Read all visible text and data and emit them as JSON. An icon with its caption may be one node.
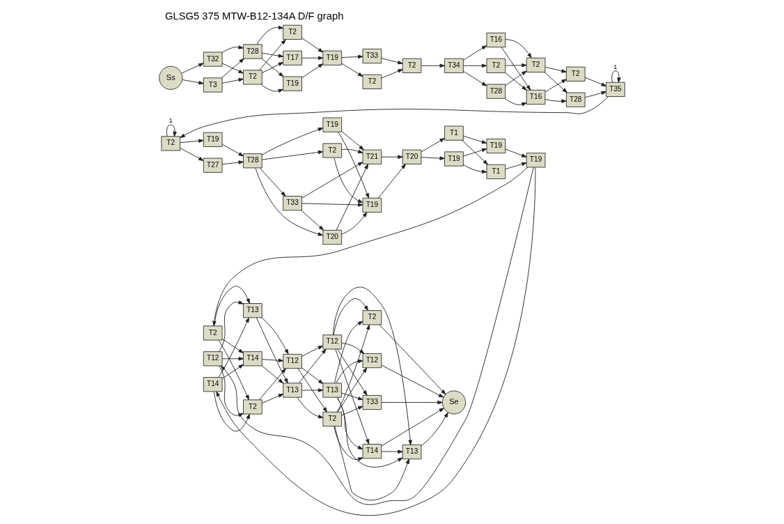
{
  "diagram": {
    "title": "GLSG5 375 MTW-B12-134A D/F graph",
    "nodes": [
      {
        "text": [
          "Ss"
        ]
      },
      {
        "text": [
          "T3"
        ]
      },
      {
        "text": [
          "T32"
        ]
      },
      {
        "text": [
          "T2"
        ]
      },
      {
        "text": [
          "T28"
        ]
      },
      {
        "text": [
          "T2"
        ]
      },
      {
        "text": [
          "T17"
        ]
      },
      {
        "text": [
          "T19"
        ]
      },
      {
        "text": [
          "T19"
        ]
      },
      {
        "text": [
          "T2"
        ]
      },
      {
        "text": [
          "T33"
        ]
      },
      {
        "text": [
          "T2"
        ]
      },
      {
        "text": [
          "T34"
        ]
      },
      {
        "text": [
          "T2"
        ]
      },
      {
        "text": [
          "T16"
        ]
      },
      {
        "text": [
          "T28"
        ]
      },
      {
        "text": [
          "T2"
        ]
      },
      {
        "text": [
          "T16"
        ]
      },
      {
        "text": [
          "T2"
        ]
      },
      {
        "text": [
          "T28"
        ]
      },
      {
        "text": [
          "T35"
        ]
      },
      {
        "text": [
          "T2"
        ]
      },
      {
        "text": [
          "T19"
        ]
      },
      {
        "text": [
          "T27"
        ]
      },
      {
        "text": [
          "T28"
        ]
      },
      {
        "text": [
          "T2"
        ]
      },
      {
        "text": [
          "T19"
        ]
      },
      {
        "text": [
          "T20"
        ]
      },
      {
        "text": [
          "T33"
        ]
      },
      {
        "text": [
          "T19"
        ]
      },
      {
        "text": [
          "T21"
        ]
      },
      {
        "text": [
          "T20"
        ]
      },
      {
        "text": [
          "T1"
        ]
      },
      {
        "text": [
          "T19"
        ]
      },
      {
        "text": [
          "T1"
        ]
      },
      {
        "text": [
          "T19"
        ]
      },
      {
        "text": [
          "T19"
        ]
      },
      {
        "text": [
          "T2"
        ]
      },
      {
        "text": [
          "T12"
        ]
      },
      {
        "text": [
          "T14"
        ]
      },
      {
        "text": [
          "T2"
        ]
      },
      {
        "text": [
          "T13"
        ]
      },
      {
        "text": [
          "T14"
        ]
      },
      {
        "text": [
          "T12"
        ]
      },
      {
        "text": [
          "T13"
        ]
      },
      {
        "text": [
          "T2"
        ]
      },
      {
        "text": [
          "T12"
        ]
      },
      {
        "text": [
          "T13"
        ]
      },
      {
        "text": [
          "T2"
        ]
      },
      {
        "text": [
          "T12"
        ]
      },
      {
        "text": [
          "T13"
        ]
      },
      {
        "text": [
          "T14"
        ]
      },
      {
        "text": [
          "T33"
        ]
      },
      {
        "text": [
          "Se"
        ]
      }
    ],
    "edges": [
      {
        "from": 0,
        "to": 1,
        "arrow": "to"
      },
      {
        "from": 0,
        "to": 2,
        "arrow": "to"
      },
      {
        "from": 1,
        "to": 3,
        "arrow": "to"
      },
      {
        "from": 1,
        "to": 4,
        "arrow": "to"
      },
      {
        "from": 2,
        "to": 3,
        "arrow": "to"
      },
      {
        "from": 2,
        "to": 4,
        "arrow": "to"
      },
      {
        "from": 3,
        "to": 5,
        "arrow": "to"
      },
      {
        "from": 3,
        "to": 6,
        "arrow": "to"
      },
      {
        "from": 3,
        "to": 7,
        "arrow": "to"
      },
      {
        "from": 4,
        "to": 5,
        "arrow": "to"
      },
      {
        "from": 4,
        "to": 6,
        "arrow": "to"
      },
      {
        "from": 4,
        "to": 7,
        "arrow": "to"
      },
      {
        "from": 5,
        "to": 8,
        "arrow": "to"
      },
      {
        "from": 6,
        "to": 8,
        "arrow": "to"
      },
      {
        "from": 7,
        "to": 8,
        "arrow": "to"
      },
      {
        "from": 8,
        "to": 9,
        "arrow": "to"
      },
      {
        "from": 8,
        "to": 10,
        "arrow": "to"
      },
      {
        "from": 9,
        "to": 11,
        "arrow": "to"
      },
      {
        "from": 10,
        "to": 11,
        "arrow": "to"
      },
      {
        "from": 11,
        "to": 12,
        "arrow": "to"
      },
      {
        "from": 12,
        "to": 13,
        "arrow": "to"
      },
      {
        "from": 12,
        "to": 14,
        "arrow": "to"
      },
      {
        "from": 12,
        "to": 15,
        "arrow": "to"
      },
      {
        "from": 13,
        "to": 16,
        "arrow": "to"
      },
      {
        "from": 13,
        "to": 17,
        "arrow": "to"
      },
      {
        "from": 14,
        "to": 16,
        "arrow": "to"
      },
      {
        "from": 14,
        "to": 17,
        "arrow": "to"
      },
      {
        "from": 15,
        "to": 16,
        "arrow": "to"
      },
      {
        "from": 15,
        "to": 17,
        "arrow": "to"
      },
      {
        "from": 16,
        "to": 18,
        "arrow": "to"
      },
      {
        "from": 16,
        "to": 19,
        "arrow": "to"
      },
      {
        "from": 17,
        "to": 18,
        "arrow": "to"
      },
      {
        "from": 17,
        "to": 19,
        "arrow": "to"
      },
      {
        "from": 18,
        "to": 20,
        "arrow": "to"
      },
      {
        "from": 19,
        "to": 20,
        "arrow": "to"
      },
      {
        "from": 20,
        "to": 20,
        "label": "1",
        "arrow": "to"
      },
      {
        "from": 20,
        "to": 21,
        "arrow": "to"
      },
      {
        "from": 21,
        "to": 21,
        "label": "1",
        "arrow": "to"
      },
      {
        "from": 21,
        "to": 22,
        "arrow": "to"
      },
      {
        "from": 21,
        "to": 23,
        "arrow": "to"
      },
      {
        "from": 22,
        "to": 24,
        "arrow": "to"
      },
      {
        "from": 23,
        "to": 24,
        "arrow": "to"
      },
      {
        "from": 24,
        "to": 25,
        "arrow": "to"
      },
      {
        "from": 24,
        "to": 26,
        "arrow": "to"
      },
      {
        "from": 24,
        "to": 27,
        "arrow": "to"
      },
      {
        "from": 24,
        "to": 28,
        "arrow": "to"
      },
      {
        "from": 28,
        "to": 27,
        "arrow": "to"
      },
      {
        "from": 25,
        "to": 29,
        "arrow": "to"
      },
      {
        "from": 25,
        "to": 30,
        "arrow": "to"
      },
      {
        "from": 26,
        "to": 29,
        "arrow": "to"
      },
      {
        "from": 26,
        "to": 30,
        "arrow": "to"
      },
      {
        "from": 27,
        "to": 29,
        "arrow": "to"
      },
      {
        "from": 27,
        "to": 30,
        "arrow": "to"
      },
      {
        "from": 28,
        "to": 29,
        "arrow": "to"
      },
      {
        "from": 28,
        "to": 30,
        "arrow": "to"
      },
      {
        "from": 29,
        "to": 31,
        "arrow": "to"
      },
      {
        "from": 30,
        "to": 31,
        "arrow": "to"
      },
      {
        "from": 31,
        "to": 32,
        "arrow": "to"
      },
      {
        "from": 31,
        "to": 33,
        "arrow": "to"
      },
      {
        "from": 32,
        "to": 34,
        "arrow": "to"
      },
      {
        "from": 32,
        "to": 35,
        "arrow": "to"
      },
      {
        "from": 33,
        "to": 34,
        "arrow": "to"
      },
      {
        "from": 33,
        "to": 35,
        "arrow": "to"
      },
      {
        "from": 34,
        "to": 36,
        "arrow": "to"
      },
      {
        "from": 35,
        "to": 36,
        "arrow": "to"
      },
      {
        "from": 36,
        "to": 37,
        "arrow": "to"
      },
      {
        "from": 36,
        "to": 38,
        "arrow": "to"
      },
      {
        "from": 36,
        "to": 39,
        "arrow": "to"
      },
      {
        "from": 37,
        "to": 40,
        "arrow": "to"
      },
      {
        "from": 37,
        "to": 41,
        "arrow": "to"
      },
      {
        "from": 37,
        "to": 42,
        "arrow": "to"
      },
      {
        "from": 38,
        "to": 40,
        "arrow": "to"
      },
      {
        "from": 38,
        "to": 41,
        "arrow": "to"
      },
      {
        "from": 38,
        "to": 42,
        "arrow": "to"
      },
      {
        "from": 39,
        "to": 40,
        "arrow": "to"
      },
      {
        "from": 39,
        "to": 41,
        "arrow": "to"
      },
      {
        "from": 39,
        "to": 42,
        "arrow": "to"
      },
      {
        "from": 40,
        "to": 43,
        "arrow": "to"
      },
      {
        "from": 40,
        "to": 44,
        "arrow": "to"
      },
      {
        "from": 41,
        "to": 43,
        "arrow": "to"
      },
      {
        "from": 41,
        "to": 44,
        "arrow": "to"
      },
      {
        "from": 42,
        "to": 43,
        "arrow": "to"
      },
      {
        "from": 42,
        "to": 44,
        "arrow": "to"
      },
      {
        "from": 43,
        "to": 45,
        "arrow": "to"
      },
      {
        "from": 43,
        "to": 46,
        "arrow": "to"
      },
      {
        "from": 43,
        "to": 47,
        "arrow": "to"
      },
      {
        "from": 44,
        "to": 45,
        "arrow": "to"
      },
      {
        "from": 44,
        "to": 46,
        "arrow": "to"
      },
      {
        "from": 44,
        "to": 47,
        "arrow": "to"
      },
      {
        "from": 45,
        "to": 48,
        "arrow": "to"
      },
      {
        "from": 45,
        "to": 49,
        "arrow": "to"
      },
      {
        "from": 45,
        "to": 50,
        "arrow": "to"
      },
      {
        "from": 45,
        "to": 51,
        "arrow": "to"
      },
      {
        "from": 45,
        "to": 52,
        "arrow": "to"
      },
      {
        "from": 46,
        "to": 48,
        "arrow": "to"
      },
      {
        "from": 46,
        "to": 49,
        "arrow": "to"
      },
      {
        "from": 46,
        "to": 50,
        "arrow": "to"
      },
      {
        "from": 46,
        "to": 51,
        "arrow": "to"
      },
      {
        "from": 46,
        "to": 52,
        "arrow": "to"
      },
      {
        "from": 47,
        "to": 48,
        "arrow": "to"
      },
      {
        "from": 47,
        "to": 49,
        "arrow": "to"
      },
      {
        "from": 47,
        "to": 50,
        "arrow": "to"
      },
      {
        "from": 47,
        "to": 51,
        "arrow": "to"
      },
      {
        "from": 47,
        "to": 52,
        "arrow": "to"
      },
      {
        "from": 51,
        "to": 50,
        "arrow": "to"
      },
      {
        "from": 48,
        "to": 53,
        "arrow": "to"
      },
      {
        "from": 49,
        "to": 53,
        "arrow": "to"
      },
      {
        "from": 50,
        "to": 53,
        "arrow": "to"
      },
      {
        "from": 51,
        "to": 53,
        "arrow": "to"
      },
      {
        "from": 52,
        "to": 53,
        "arrow": "to"
      }
    ]
  }
}
